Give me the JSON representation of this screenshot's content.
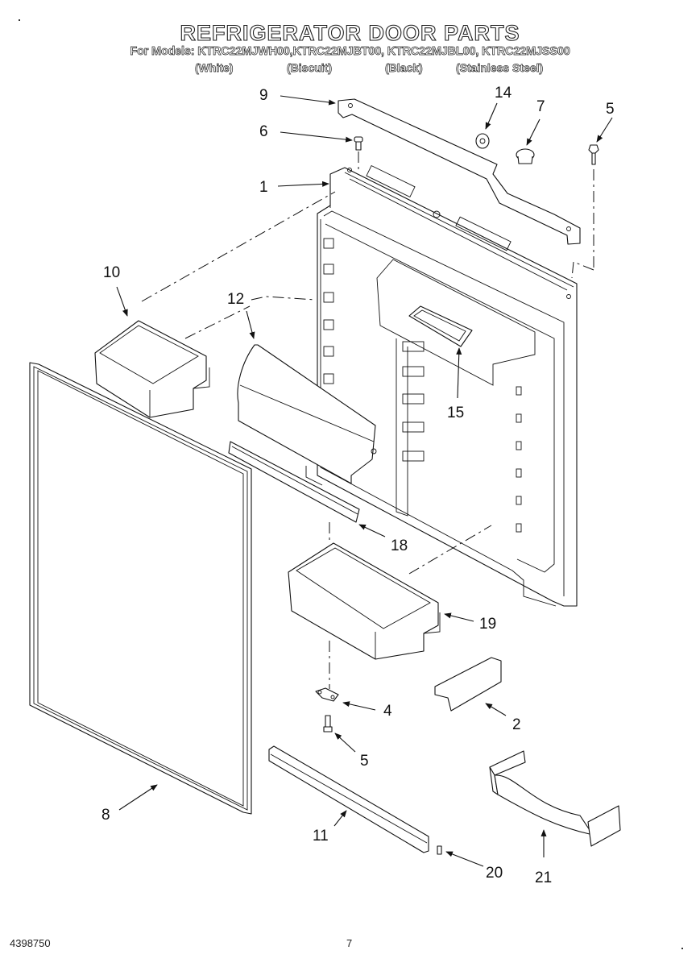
{
  "header": {
    "title": "REFRIGERATOR DOOR PARTS",
    "models_line": "For Models: KTRC22MJWH00,KTRC22MJBT00, KTRC22MJBL00, KTRC22MJSS00",
    "finishes": [
      "(White)",
      "(Biscuit)",
      "(Black)",
      "(Stainless Steel)"
    ]
  },
  "callouts": [
    {
      "id": "1",
      "label": "1"
    },
    {
      "id": "2",
      "label": "2"
    },
    {
      "id": "4",
      "label": "4"
    },
    {
      "id": "5a",
      "label": "5"
    },
    {
      "id": "5b",
      "label": "5"
    },
    {
      "id": "6",
      "label": "6"
    },
    {
      "id": "7",
      "label": "7"
    },
    {
      "id": "8",
      "label": "8"
    },
    {
      "id": "9",
      "label": "9"
    },
    {
      "id": "10",
      "label": "10"
    },
    {
      "id": "11",
      "label": "11"
    },
    {
      "id": "12",
      "label": "12"
    },
    {
      "id": "14",
      "label": "14"
    },
    {
      "id": "15",
      "label": "15"
    },
    {
      "id": "18",
      "label": "18"
    },
    {
      "id": "19",
      "label": "19"
    },
    {
      "id": "20",
      "label": "20"
    },
    {
      "id": "21",
      "label": "21"
    }
  ],
  "footer": {
    "doc_number": "4398750",
    "page_number": "7"
  }
}
